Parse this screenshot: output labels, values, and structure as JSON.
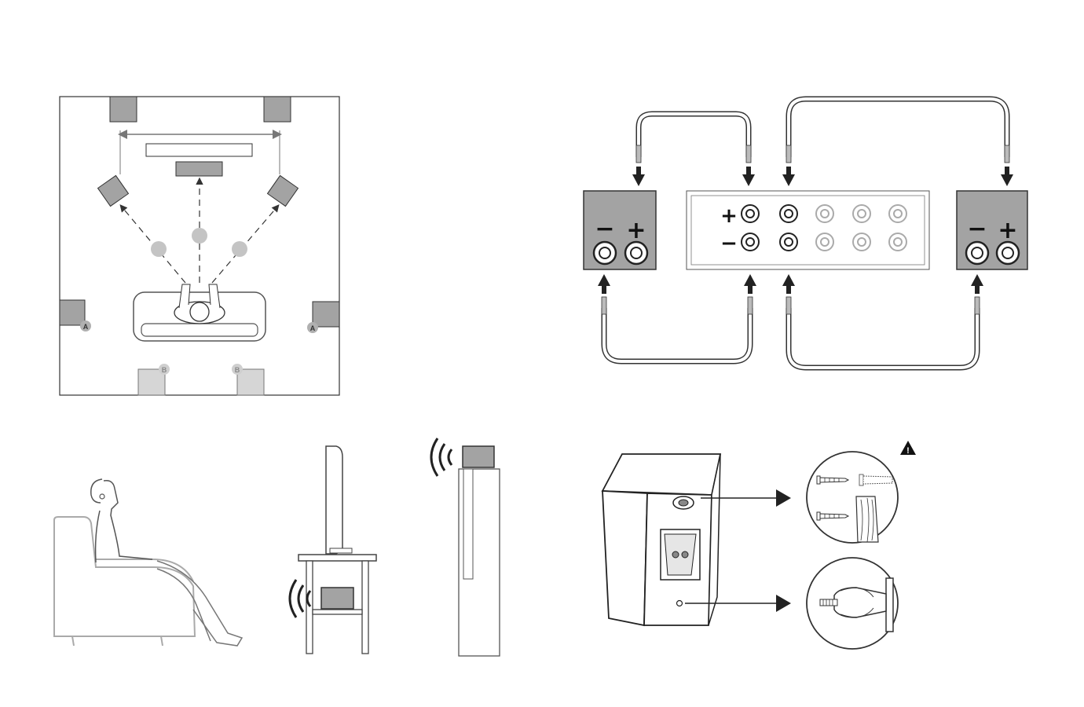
{
  "layout_diagram": {
    "side_markers": [
      "A",
      "A"
    ],
    "rear_markers": [
      "B",
      "B"
    ]
  },
  "wiring_diagram": {
    "polarity": {
      "plus": "+",
      "minus": "−"
    },
    "left_speaker_polarity": [
      "−",
      "+"
    ],
    "right_speaker_polarity": [
      "−",
      "+"
    ]
  },
  "mounting": {
    "warning_symbol": "!"
  },
  "colors": {
    "speaker_fill": "#a3a3a3",
    "light_grey": "#c4c4c4",
    "line": "#333333",
    "muted_line": "#9a9a9a"
  },
  "icons": [
    "speaker-icon",
    "sound-wave-icon",
    "warning-icon",
    "screw-icon",
    "wall-anchor-icon",
    "keyhole-slot-icon"
  ]
}
